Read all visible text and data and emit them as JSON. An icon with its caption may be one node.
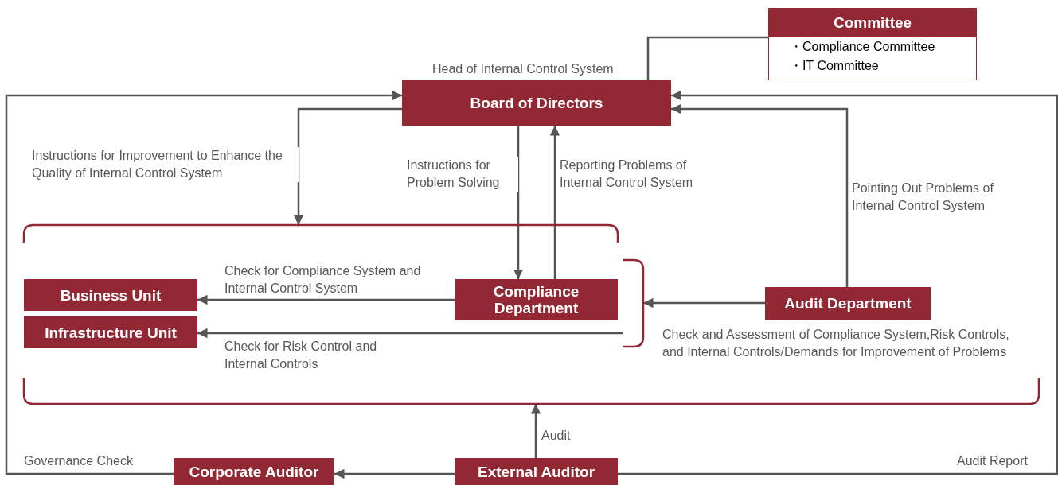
{
  "diagram": {
    "nodes": [
      {
        "text": [
          "Committee",
          "・Compliance Committee",
          "・IT Committee"
        ]
      },
      {
        "text": [
          "Board of Directors"
        ],
        "beside": [
          "Head of Internal Control System"
        ]
      },
      {
        "text": [
          "Business Unit"
        ],
        "in": 8
      },
      {
        "text": [
          "Infrastructure Unit"
        ],
        "in": 8
      },
      {
        "text": [
          "Compliance Department"
        ],
        "in": 8
      },
      {
        "text": [
          "Audit Department"
        ],
        "in": 8
      },
      {
        "text": [
          "Corporate Auditor"
        ]
      },
      {
        "text": [
          "External Auditor"
        ]
      },
      {
        "text": [],
        "shape": "bracket"
      },
      {
        "text": [],
        "shape": "bracket",
        "in": 8
      }
    ],
    "edges": [
      {
        "from": 0,
        "to": 1,
        "arrow": "none"
      },
      {
        "from": 6,
        "to": 1,
        "arrow": "to",
        "label": "Governance Check"
      },
      {
        "from": 7,
        "to": 1,
        "arrow": "to",
        "label": "Audit Report"
      },
      {
        "from": 1,
        "to": 8,
        "arrow": "to",
        "label": "Instructions for Improvement to Enhance the Quality of Internal Control System"
      },
      {
        "from": 1,
        "to": 4,
        "arrow": "to",
        "label": "Instructions for Problem Solving"
      },
      {
        "from": 4,
        "to": 1,
        "arrow": "to",
        "label": "Reporting Problems of Internal Control System"
      },
      {
        "from": 5,
        "to": 1,
        "arrow": "to",
        "label": "Pointing Out Problems of Internal Control System"
      },
      {
        "from": 4,
        "to": 2,
        "arrow": "to",
        "label": "Check for Compliance System and Internal Control System"
      },
      {
        "from": 9,
        "to": 3,
        "arrow": "to",
        "label": "Check for Risk Control and Internal Controls"
      },
      {
        "from": 5,
        "to": 9,
        "arrow": "to",
        "label": "Check and Assessment of Compliance System,Risk Controls, and Internal Controls/Demands for Improvement of Problems"
      },
      {
        "from": 7,
        "to": 8,
        "arrow": "to",
        "label": "Audit"
      },
      {
        "from": 7,
        "to": 6,
        "arrow": "to"
      }
    ]
  }
}
